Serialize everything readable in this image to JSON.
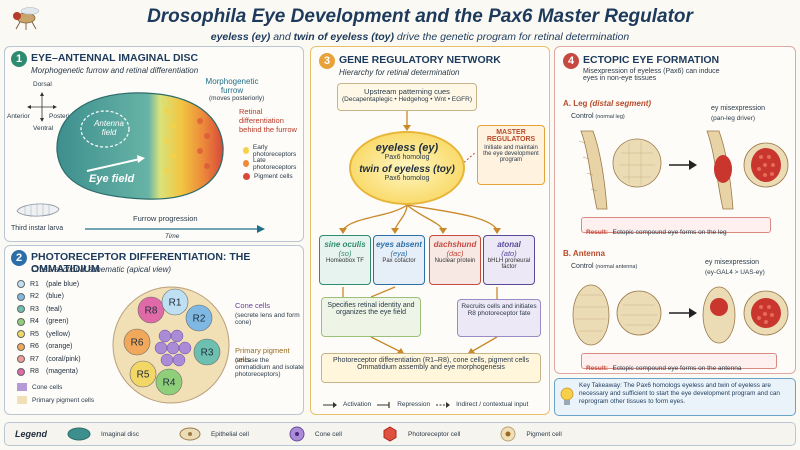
{
  "title": "Drosophila Eye Development and the Pax6 Master Regulator",
  "subtitle": {
    "part1": "eyeless (ey)",
    "part2": " and ",
    "part3": "twin of eyeless (toy)",
    "part4": " drive the genetic program for retinal determination"
  },
  "colors": {
    "accent_green": "#2e8b6f",
    "accent_blue": "#2c6fa8",
    "accent_orange": "#e8a23a",
    "accent_red": "#c64a3f"
  },
  "panel1": {
    "number": "1",
    "heading": "EYE–ANTENNAL IMAGINAL DISC",
    "sub": "Morphogenetic furrow and retinal differentiation",
    "compass": {
      "dorsal": "Dorsal",
      "ventral": "Ventral",
      "anterior": "Anterior",
      "posterior": "Posterior"
    },
    "antenna_field": "Antenna field",
    "eye_field": "Eye field",
    "furrow_label": "Morphogenetic furrow",
    "furrow_note": "(moves posteriorly)",
    "retinal_title": "Retinal differentiation behind the furrow",
    "legend": [
      "Early photoreceptors",
      "Late photoreceptors",
      "Pigment cells"
    ],
    "larva": "Third instar larva",
    "progression": "Furrow progression",
    "time": "Time"
  },
  "panel2": {
    "number": "2",
    "heading": "PHOTORECEPTOR DIFFERENTIATION: THE OMMATIDIUM",
    "sub": "Cross-sectional schematic (apical view)",
    "receptors": [
      {
        "id": "R1",
        "color": "(pale blue)",
        "hex": "#bfe0f2"
      },
      {
        "id": "R2",
        "color": "(blue)",
        "hex": "#7fb8e3"
      },
      {
        "id": "R3",
        "color": "(teal)",
        "hex": "#6dbfb0"
      },
      {
        "id": "R4",
        "color": "(green)",
        "hex": "#8fcf7a"
      },
      {
        "id": "R5",
        "color": "(yellow)",
        "hex": "#f2d766"
      },
      {
        "id": "R6",
        "color": "(orange)",
        "hex": "#f2a85a"
      },
      {
        "id": "R7",
        "color": "(coral/pink)",
        "hex": "#f29a9a"
      },
      {
        "id": "R8",
        "color": "(magenta)",
        "hex": "#e06aa8"
      }
    ],
    "cone_legend": "Cone cells",
    "pigment_legend": "Primary pigment cells",
    "cone_label": "Cone cells",
    "cone_note": "(secrete lens and form cone)",
    "pigment_label": "Primary pigment cells",
    "pigment_note": "(encase the ommatidium and isolate photoreceptors)"
  },
  "panel3": {
    "number": "3",
    "heading": "GENE REGULATORY NETWORK",
    "sub": "Hierarchy for retinal determination",
    "upstream_title": "Upstream patterning cues",
    "upstream_list": "(Decapentaplegic • Hedgehog • Wnt • EGFR)",
    "eyeless": "eyeless (ey)",
    "eyeless_sub": "Pax6 homolog",
    "toy": "twin of eyeless (toy)",
    "toy_sub": "Pax6 homolog",
    "master_title": "MASTER REGULATORS",
    "master_text": "Initiate and maintain the eye development program",
    "genes": [
      {
        "name": "sine oculis",
        "abbr": "(so)",
        "desc": "Homeobox TF",
        "color": "#2e8b6f",
        "bg": "#e6f3ee"
      },
      {
        "name": "eyes absent",
        "abbr": "(eya)",
        "desc": "Pax cofactor",
        "color": "#2c6fa8",
        "bg": "#e6eef8"
      },
      {
        "name": "dachshund",
        "abbr": "(dac)",
        "desc": "Nuclear protein",
        "color": "#c64a3f",
        "bg": "#f8e8e4"
      },
      {
        "name": "atonal",
        "abbr": "(ato)",
        "desc": "bHLH proneural factor",
        "color": "#5a4a9a",
        "bg": "#ece8f6"
      }
    ],
    "specify_text": "Specifies retinal identity and organizes the eye field",
    "recruit_text": "Recruits cells and initiates R8 photoreceptor fate",
    "final_line1": "Photoreceptor differentiation (R1–R8), cone cells, pigment cells",
    "final_line2": "Ommatidium assembly and eye morphogenesis",
    "key": [
      "Activation",
      "Repression",
      "Indirect / contextual input"
    ]
  },
  "panel4": {
    "number": "4",
    "heading": "ECTOPIC EYE FORMATION",
    "sub": "Misexpression of eyeless (Pax6) can induce eyes in non-eye tissues",
    "a_title": "A. Leg",
    "a_detail": "(distal segment)",
    "a_control": "Control",
    "a_control_note": "(normal leg)",
    "a_mis": "ey misexpression",
    "a_mis_note": "(pan-leg driver)",
    "a_result_label": "Result:",
    "a_result": "Ectopic compound eye forms on the leg",
    "b_title": "B. Antenna",
    "b_control": "Control",
    "b_control_note": "(normal antenna)",
    "b_mis": "ey misexpression",
    "b_mis_note": "(ey-GAL4 > UAS-ey)",
    "b_result_label": "Result:",
    "b_result": "Ectopic compound eye forms on the antenna",
    "takeaway": "Key Takeaway: The Pax6 homologs eyeless and twin of eyeless are necessary and sufficient to start the eye development program and can reprogram other tissues to form eyes."
  },
  "legend": {
    "title": "Legend",
    "items": [
      "Imaginal disc",
      "Epithelial cell",
      "Cone cell",
      "Photoreceptor cell",
      "Pigment cell"
    ]
  }
}
